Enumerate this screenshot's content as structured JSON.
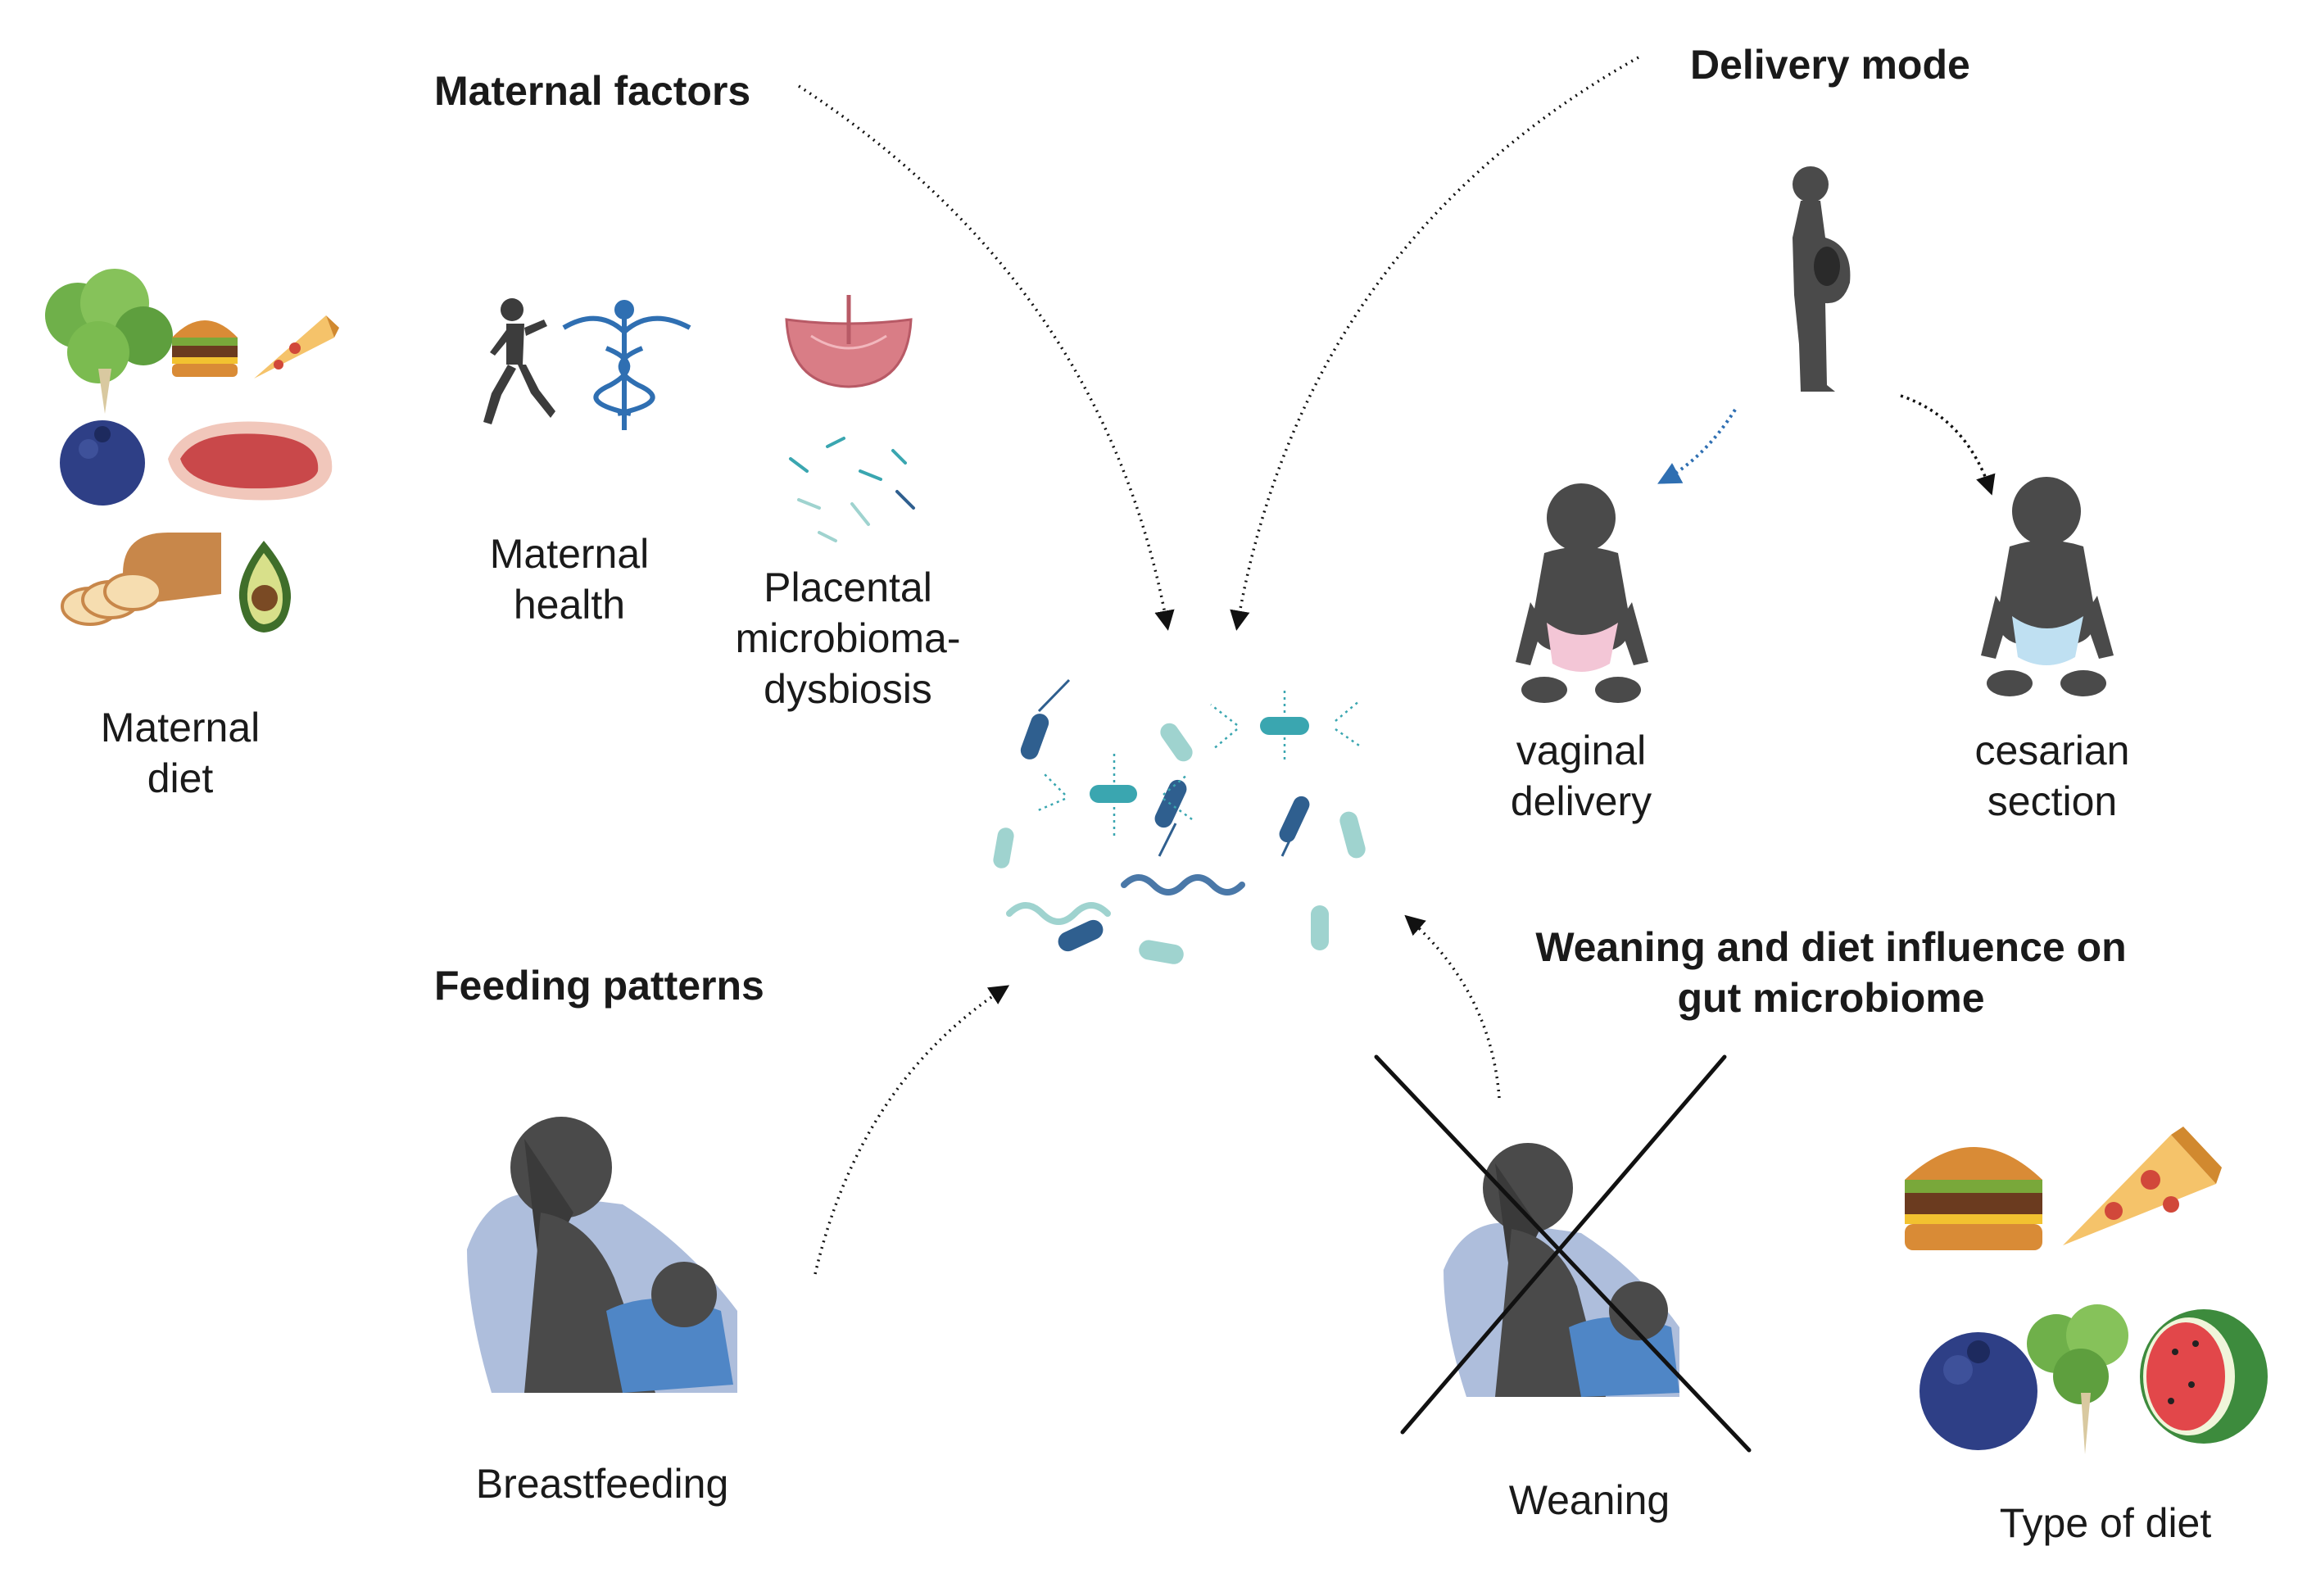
{
  "sections": {
    "maternal_factors": "Maternal factors",
    "delivery_mode": "Delivery mode",
    "feeding_patterns": "Feeding patterns",
    "weaning_diet": "Weaning and diet influence on\ngut microbiome"
  },
  "labels": {
    "maternal_diet": "Maternal\ndiet",
    "maternal_health": "Maternal\nhealth",
    "placental": "Placental\nmicrobioma-\ndysbiosis",
    "vaginal_delivery": "vaginal\ndelivery",
    "cesarian_section": "cesarian\nsection",
    "breastfeeding": "Breastfeeding",
    "weaning": "Weaning",
    "type_of_diet": "Type of diet"
  },
  "colors": {
    "silhouette": "#4a4a4a",
    "microbe_teal": "#3aa6b0",
    "microbe_blue": "#2f5f8f",
    "microbe_pale": "#9fd3cf",
    "pink_diaper": "#f3c6d6",
    "blue_diaper": "#bfe0f2",
    "shawl": "#aebedc",
    "baby_blanket": "#4f86c6",
    "arrow_blue": "#2f6fb2"
  }
}
